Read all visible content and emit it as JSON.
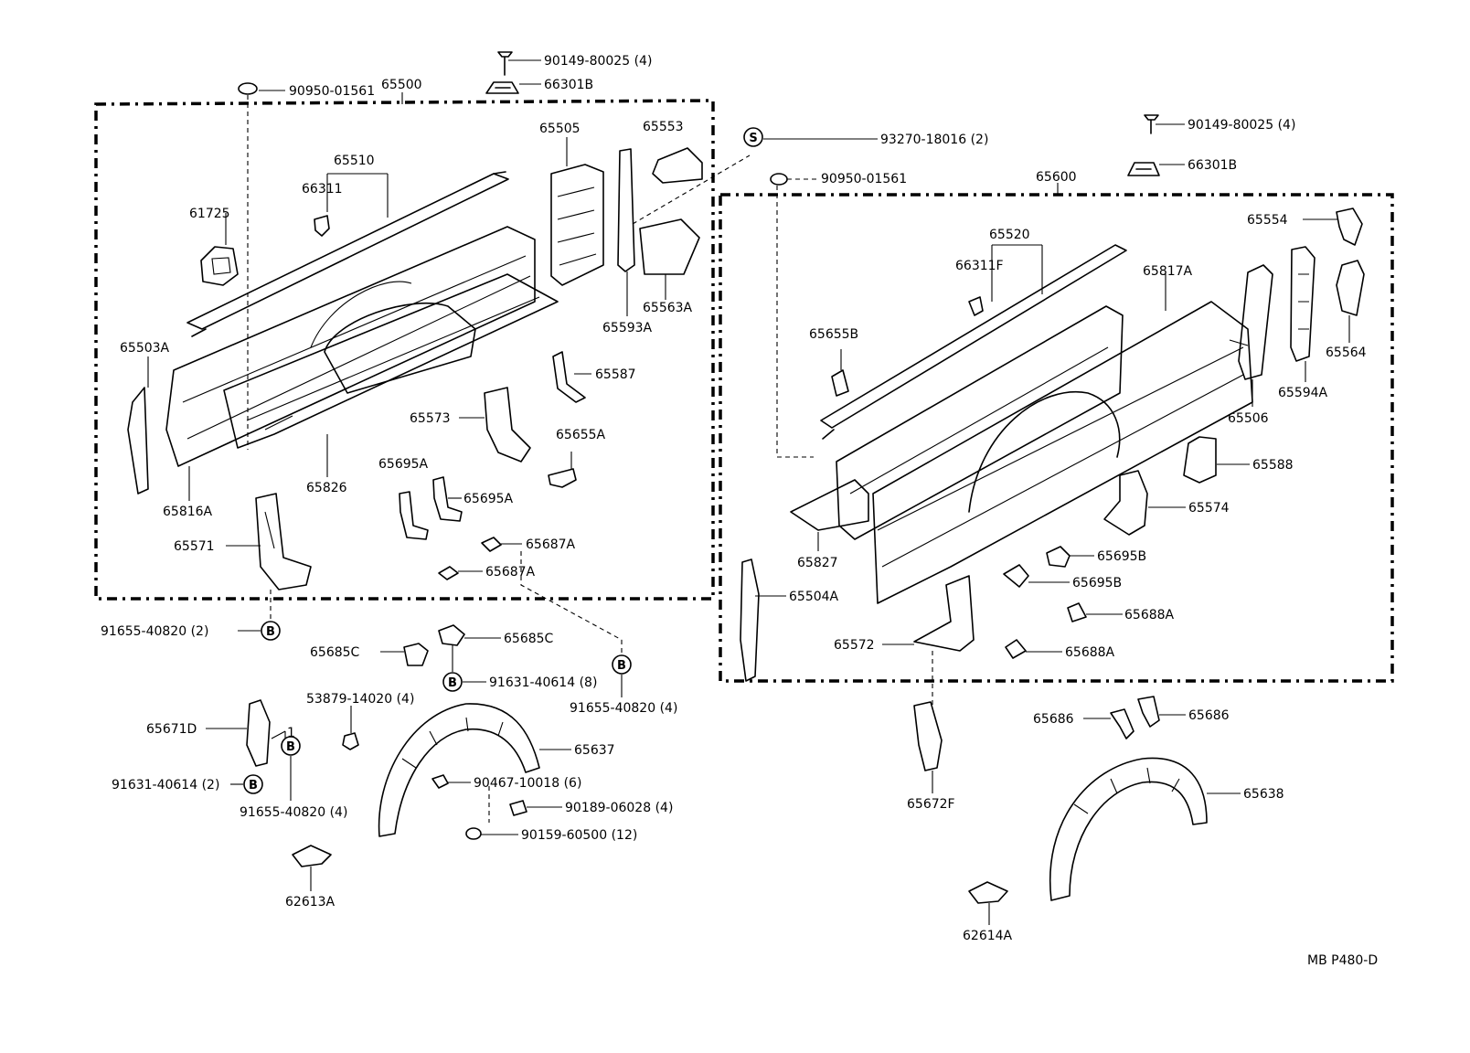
{
  "assemblies": {
    "left": "65500",
    "right": "65600"
  },
  "labels": {
    "l_90950": "90950-01561",
    "l_90149": "90149-80025 (4)",
    "l_66301b": "66301B",
    "l_65510": "65510",
    "l_66311": "66311",
    "l_61725": "61725",
    "l_65505": "65505",
    "l_65553": "65553",
    "l_65563a": "65563A",
    "l_65593a": "65593A",
    "l_65503a": "65503A",
    "l_65816a": "65816A",
    "l_65826": "65826",
    "l_65587": "65587",
    "l_65573": "65573",
    "l_65655a": "65655A",
    "l_65695a_1": "65695A",
    "l_65695a_2": "65695A",
    "l_65687a_1": "65687A",
    "l_65687a_2": "65687A",
    "l_65571": "65571",
    "l_91655_2": "91655-40820 (2)",
    "r_93270": "93270-18016 (2)",
    "r_90149": "90149-80025 (4)",
    "r_66301b": "66301B",
    "r_90950": "90950-01561",
    "r_65554": "65554",
    "r_65520": "65520",
    "r_66311f": "66311F",
    "r_65817a": "65817A",
    "r_65655b": "65655B",
    "r_65564": "65564",
    "r_65594a": "65594A",
    "r_65506": "65506",
    "r_65588": "65588",
    "r_65574": "65574",
    "r_65827": "65827",
    "r_65695b_1": "65695B",
    "r_65695b_2": "65695B",
    "r_65504a": "65504A",
    "r_65688a_1": "65688A",
    "r_65688a_2": "65688A",
    "r_65572": "65572",
    "b_65685c_1": "65685C",
    "b_65685c_2": "65685C",
    "b_91631_8": "91631-40614 (8)",
    "b_91655_4a": "91655-40820 (4)",
    "b_53879": "53879-14020 (4)",
    "b_65637": "65637",
    "b_65671d": "65671D",
    "b_91631_2": "91631-40614 (2)",
    "b_91655_4b": "91655-40820 (4)",
    "b_90467": "90467-10018 (6)",
    "b_90189": "90189-06028 (4)",
    "b_90159": "90159-60500 (12)",
    "b_62613a": "62613A",
    "b_65686_1": "65686",
    "b_65686_2": "65686",
    "b_65638": "65638",
    "b_65672f": "65672F",
    "b_62614a": "62614A"
  },
  "callout_symbols": {
    "bolt": "B",
    "sealer": "S",
    "sub_ref": "1"
  },
  "sheet_code": "MB P480-D"
}
